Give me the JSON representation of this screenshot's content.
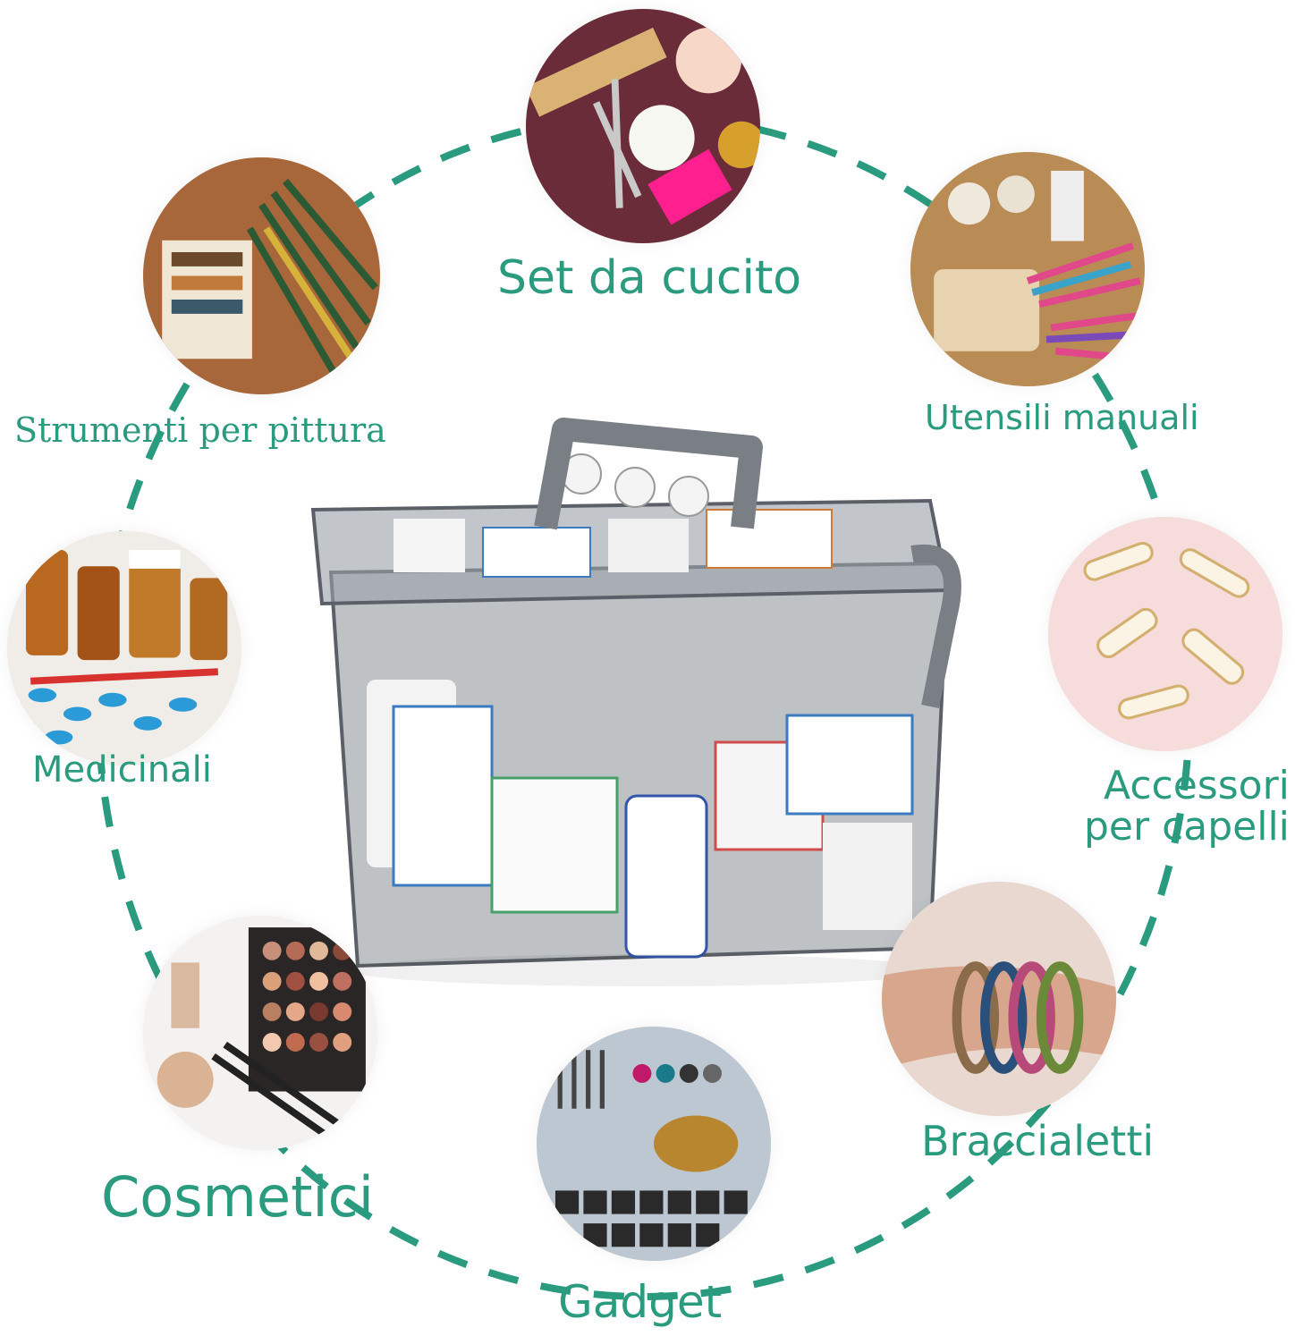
{
  "colors": {
    "accent": "#2b9b7f",
    "background": "#ffffff"
  },
  "labels": {
    "strumenti": "Strumenti per pittura",
    "cucito": "Set da cucito",
    "utensili": "Utensili manuali",
    "medicinali": "Medicinali",
    "accessori_line1": "Accessori",
    "accessori_line2": "per capelli",
    "braccialetti": "Braccialetti",
    "cosmetici": "Cosmetici",
    "gadget": "Gadget"
  },
  "product_box": {
    "icon": "storage-box-icon"
  }
}
